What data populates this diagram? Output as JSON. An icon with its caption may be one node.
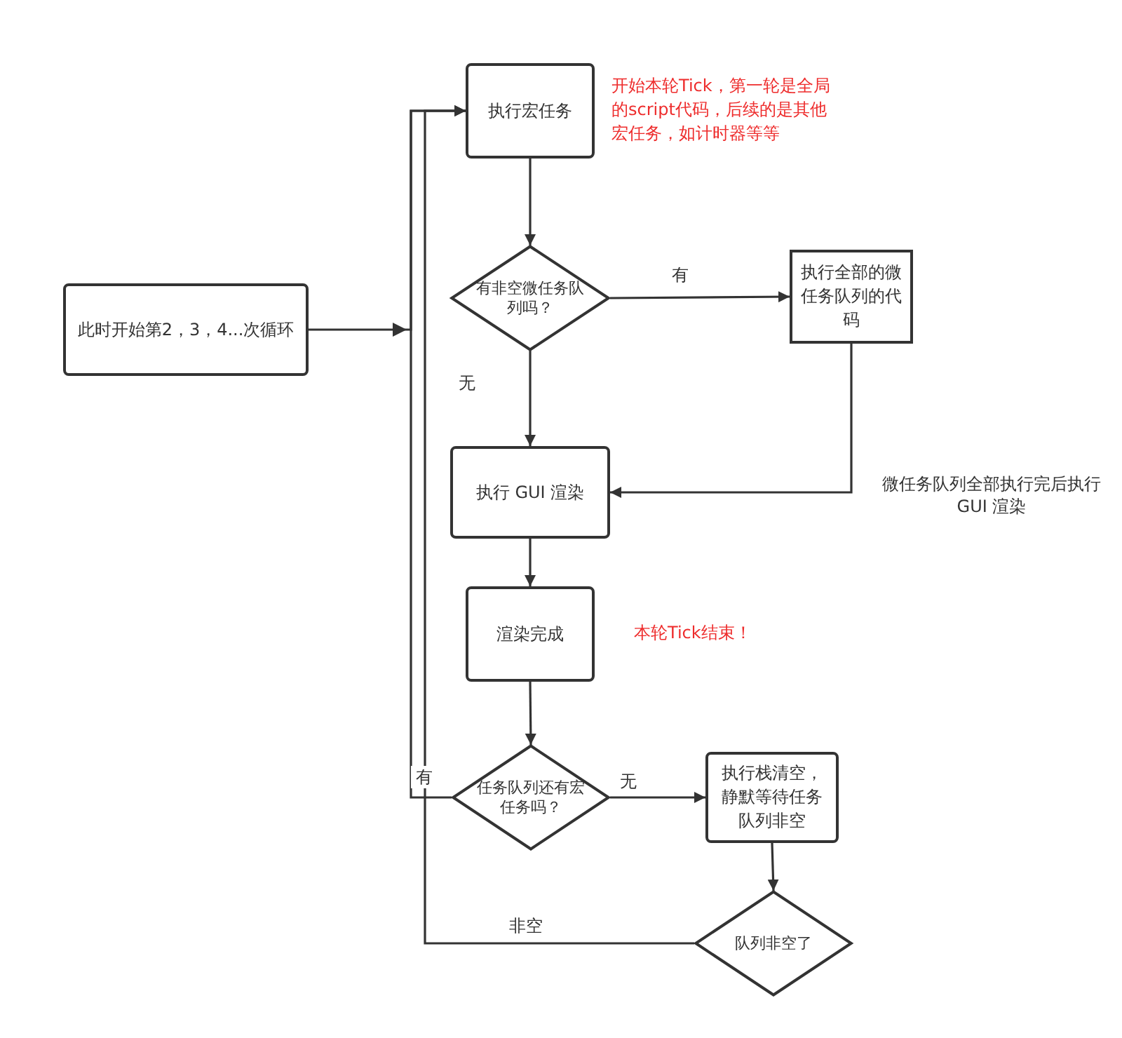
{
  "diagram": {
    "nodes": [
      {
        "text": [
          "此时开始第2，3，4...次循环"
        ]
      },
      {
        "text": [
          "执行宏任务"
        ],
        "beside": [
          "开始本轮Tick，第一轮是全局的script代码，后续的是其他宏任务，如计时器等等"
        ]
      },
      {
        "text": [
          "有非空微任务队列吗？"
        ]
      },
      {
        "text": [
          "执行全部的微任务队列的代码"
        ]
      },
      {
        "text": [
          "执行 GUI 渲染"
        ]
      },
      {
        "text": [
          "渲染完成"
        ],
        "beside": [
          "本轮Tick结束！"
        ]
      },
      {
        "text": [
          "任务队列还有宏任务吗？"
        ]
      },
      {
        "text": [
          "执行栈清空，静默等待任务队列非空"
        ]
      },
      {
        "text": [
          "队列非空了"
        ]
      }
    ],
    "edges": [
      {
        "from": 0,
        "to": 1,
        "arrow": "to"
      },
      {
        "from": 1,
        "to": 2,
        "arrow": "to"
      },
      {
        "from": 2,
        "to": 3,
        "arrow": "to",
        "label": "有"
      },
      {
        "from": 2,
        "to": 4,
        "arrow": "to",
        "label": "无"
      },
      {
        "from": 3,
        "to": 4,
        "arrow": "to",
        "label": "微任务队列全部执行完后执行GUI 渲染"
      },
      {
        "from": 4,
        "to": 5,
        "arrow": "to"
      },
      {
        "from": 5,
        "to": 6,
        "arrow": "to"
      },
      {
        "from": 6,
        "to": 7,
        "arrow": "to",
        "label": "无"
      },
      {
        "from": 6,
        "to": 1,
        "arrow": "to",
        "label": "有"
      },
      {
        "from": 7,
        "to": 8,
        "arrow": "to"
      },
      {
        "from": 8,
        "to": 1,
        "arrow": "to",
        "label": "非空"
      }
    ]
  }
}
